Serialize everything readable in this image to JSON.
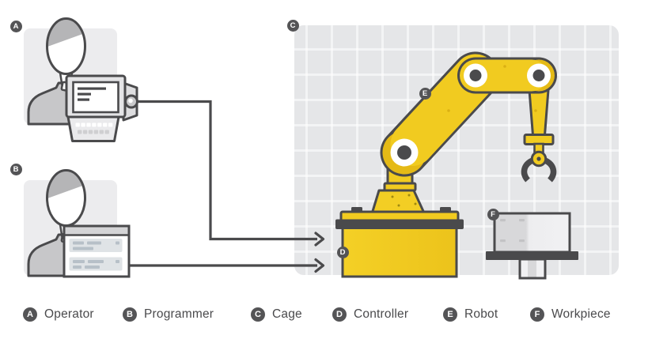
{
  "badges": {
    "a": "A",
    "b": "B",
    "c": "C",
    "d": "D",
    "e": "E",
    "f": "F"
  },
  "legend": {
    "items": [
      {
        "letter": "A",
        "label": "Operator"
      },
      {
        "letter": "B",
        "label": "Programmer"
      },
      {
        "letter": "C",
        "label": "Cage"
      },
      {
        "letter": "D",
        "label": "Controller"
      },
      {
        "letter": "E",
        "label": "Robot"
      },
      {
        "letter": "F",
        "label": "Workpiece"
      }
    ]
  },
  "colors": {
    "robot_yellow": "#F1CB20",
    "robot_yellow_dark": "#E5BA16",
    "outline_gray": "#4A4A4C",
    "cage_gray": "#E5E6E8",
    "badge_gray": "#545456",
    "person_gray": "#C7C7C9",
    "hair_gray": "#B5B5B7",
    "code_stripe": "#DFE3E6",
    "code_dash": "#B7C0C8"
  }
}
